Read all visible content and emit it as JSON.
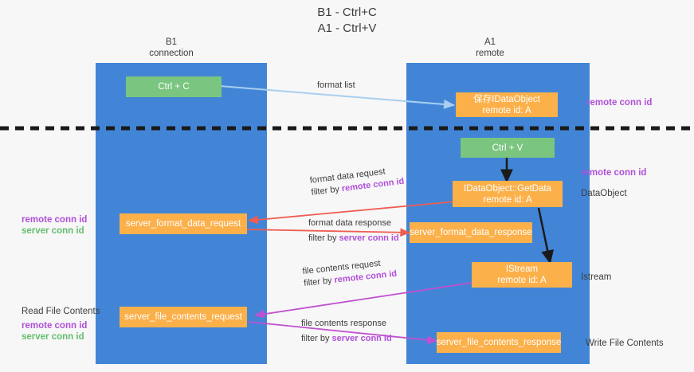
{
  "title": {
    "line1": "B1 - Ctrl+C",
    "line2": "A1 - Ctrl+V"
  },
  "columns": {
    "left": {
      "name": "B1",
      "role": "connection"
    },
    "right": {
      "name": "A1",
      "role": "remote"
    }
  },
  "colors": {
    "lane": "#4285d6",
    "node_orange": "#fbb04a",
    "node_green": "#7ac57f",
    "remote_conn_id": "#b04fd8",
    "server_conn_id": "#63bd6d",
    "arrow_format_list": "#a8cff0",
    "arrow_format_data": "#ef5d52",
    "arrow_file_contents": "#c050d0",
    "arrow_control": "#1a1a1a",
    "divider": "#1a1a1a",
    "background": "#f7f7f7"
  },
  "nodes": {
    "ctrl_c": {
      "label": "Ctrl + C"
    },
    "save_idataobject": {
      "line1": "保存IDataObject",
      "line2": "remote id: A"
    },
    "ctrl_v": {
      "label": "Ctrl + V"
    },
    "getdata": {
      "line1": "IDataObject::GetData",
      "line2": "remote id: A"
    },
    "server_format_data_request": {
      "label": "server_format_data_request"
    },
    "server_format_data_response": {
      "label": "server_format_data_response"
    },
    "istream": {
      "line1": "IStream",
      "line2": "remote id: A"
    },
    "server_file_contents_request": {
      "label": "server_file_contents_request"
    },
    "server_file_contents_response": {
      "label": "server_file_contents_response"
    }
  },
  "edge_labels": {
    "format_list": {
      "text": "format list"
    },
    "format_data_request": {
      "line1": "format data request",
      "prefix": "filter by ",
      "highlight": "remote conn id"
    },
    "format_data_response": {
      "line1": "format data response",
      "prefix": "filter by ",
      "highlight": "server conn id"
    },
    "file_contents_request": {
      "line1": "file contents request",
      "prefix": "filter by ",
      "highlight": "remote conn id"
    },
    "file_contents_response": {
      "line1": "file contents response",
      "prefix": "filter by ",
      "highlight": "server conn id"
    }
  },
  "annotations": {
    "right_remote_conn_id_top": "remote conn id",
    "right_remote_conn_id_mid": "remote conn id",
    "right_dataobject": "DataObject",
    "right_istream": "Istream",
    "right_write_file_contents": "Write File Contents",
    "left_remote_conn_id_mid": "remote conn id",
    "left_server_conn_id_mid": "server conn id",
    "left_read_file_contents": "Read File Contents",
    "left_remote_conn_id_bottom": "remote conn id",
    "left_server_conn_id_bottom": "server conn id"
  }
}
